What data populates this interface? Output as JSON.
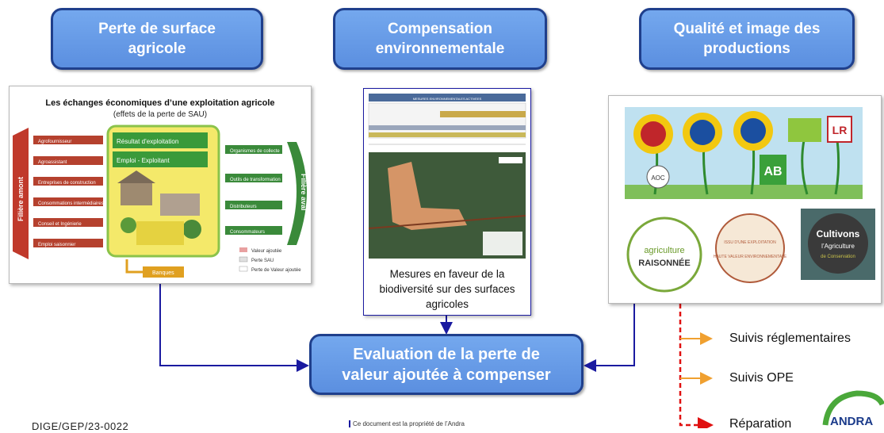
{
  "boxes": {
    "perte": "Perte de surface agricole",
    "compensation": "Compensation environnementale",
    "qualite": "Qualité et image des productions",
    "evaluation": "Evaluation de la perte de valeur ajoutée à compenser"
  },
  "infographic": {
    "title": "Les échanges économiques d’une exploitation agricole",
    "subtitle": "(effets de la perte de SAU)",
    "amont": "Filière amont",
    "aval": "Filière aval",
    "resultat": "Résultat d’exploitation",
    "emploi": "Emploi - Exploitant",
    "left_items": [
      "Agrofournisseur",
      "Agroassistant",
      "Entreprises de construction",
      "Consommations intermédiaires",
      "Conseil et Ingénierie",
      "Emploi saisonnier"
    ],
    "right_items": [
      "Organismes de collecte",
      "Outils de transformation",
      "Distributeurs",
      "Consommateurs"
    ],
    "banques": "Banques",
    "legend": [
      "Valeur ajoutée",
      "Perte SAU",
      "Perte de Valeur ajoutée"
    ]
  },
  "mesures": {
    "table_title": "MESURES ENVIRONNEMENTALES ACTIVEES",
    "caption": "Mesures en faveur de la biodiversité sur des surfaces agricoles"
  },
  "labels": {
    "agri_raisonnee_1": "agriculture",
    "agri_raisonnee_2": "RAISONNÉE",
    "hve_1": "ISSU D’UNE EXPLOITATION",
    "hve_2": "HAUTE VALEUR ENVIRONNEMENTALE",
    "cultivons_1": "Cultivons",
    "cultivons_2": "l’Agriculture",
    "cultivons_3": "de Conservation",
    "ab": "AB",
    "lr": "LR",
    "aoc": "AOC"
  },
  "suivis": [
    "Suivis réglementaires",
    "Suivis OPE",
    "Réparation"
  ],
  "footer": {
    "ref": "DIGE/GEP/23-0022",
    "property": "Ce document est la propriété de l’Andra",
    "logo": "ANDRA"
  },
  "colors": {
    "box_fill": "#5b8fe0",
    "box_border": "#1f3f8c",
    "arrow_blue": "#1a1aa0",
    "arrow_red": "#e01010",
    "arrow_orange": "#f0a030"
  }
}
